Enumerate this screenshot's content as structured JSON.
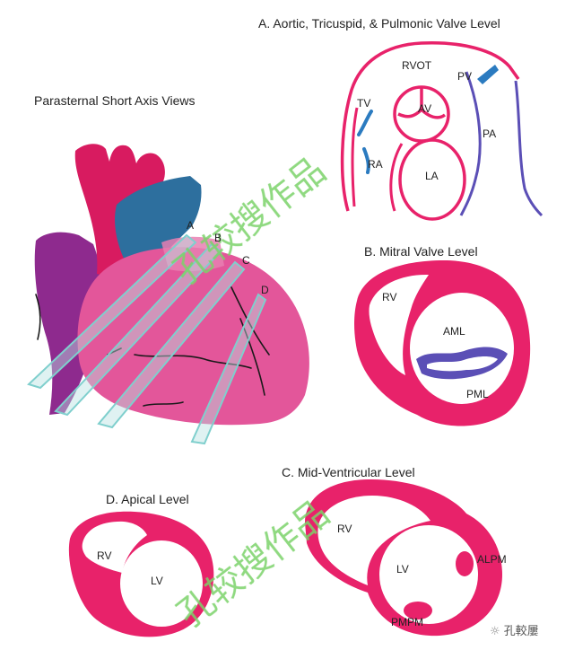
{
  "main_title": "Parasternal Short Axis Views",
  "heart": {
    "planes": [
      "A",
      "B",
      "C",
      "D"
    ]
  },
  "panels": {
    "a": {
      "title": "A. Aortic, Tricuspid, & Pulmonic Valve Level",
      "labels": {
        "rvot": "RVOT",
        "pv": "PV",
        "tv": "TV",
        "av": "AV",
        "pa": "PA",
        "ra": "RA",
        "la": "LA"
      }
    },
    "b": {
      "title": "B. Mitral Valve Level",
      "labels": {
        "rv": "RV",
        "aml": "AML",
        "pml": "PML"
      }
    },
    "c": {
      "title": "C. Mid-Ventricular Level",
      "labels": {
        "rv": "RV",
        "lv": "LV",
        "alpm": "ALPM",
        "pmpm": "PMPM"
      }
    },
    "d": {
      "title": "D. Apical Level",
      "labels": {
        "rv": "RV",
        "lv": "LV"
      }
    }
  },
  "watermark": {
    "text": "孔较搜作品",
    "badge": "孔較屢"
  },
  "colors": {
    "myocardium": "#e8226a",
    "aorta": "#d81b60",
    "pulmonary_artery": "#2d6f9e",
    "right_atrium": "#8e2a8e",
    "heart_body": "#e3569a",
    "valve_blue": "#3b4fb0",
    "plane": "#9fd9d6",
    "watermark": "#7bd36a"
  }
}
